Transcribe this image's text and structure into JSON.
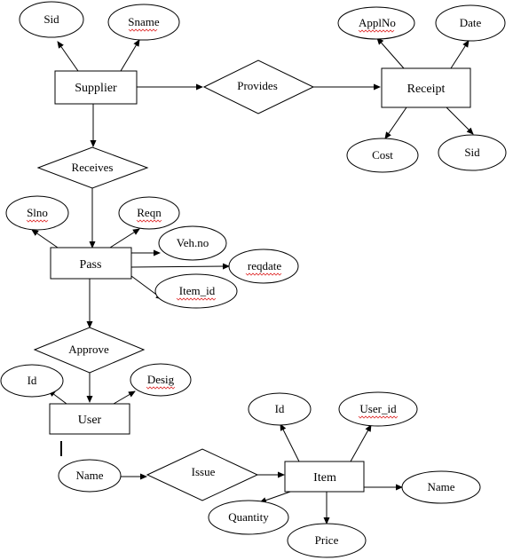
{
  "entities": {
    "supplier": "Supplier",
    "receipt": "Receipt",
    "pass": "Pass",
    "user": "User",
    "item": "Item"
  },
  "relationships": {
    "provides": "Provides",
    "receives": "Receives",
    "approve": "Approve",
    "issue": "Issue"
  },
  "attributes": {
    "supplier_sid": "Sid",
    "supplier_sname": "Sname",
    "receipt_applno": "ApplNo",
    "receipt_date": "Date",
    "receipt_cost": "Cost",
    "receipt_sid": "Sid",
    "pass_slno": "Slno",
    "pass_reqn": "Reqn",
    "pass_vehno": "Veh.no",
    "pass_reqdate": "reqdate",
    "pass_item_id": "Item_id",
    "user_id": "Id",
    "user_desig": "Desig",
    "user_name": "Name",
    "item_id": "Id",
    "item_user_id": "User_id",
    "item_name": "Name",
    "item_quantity": "Quantity",
    "item_price": "Price"
  }
}
